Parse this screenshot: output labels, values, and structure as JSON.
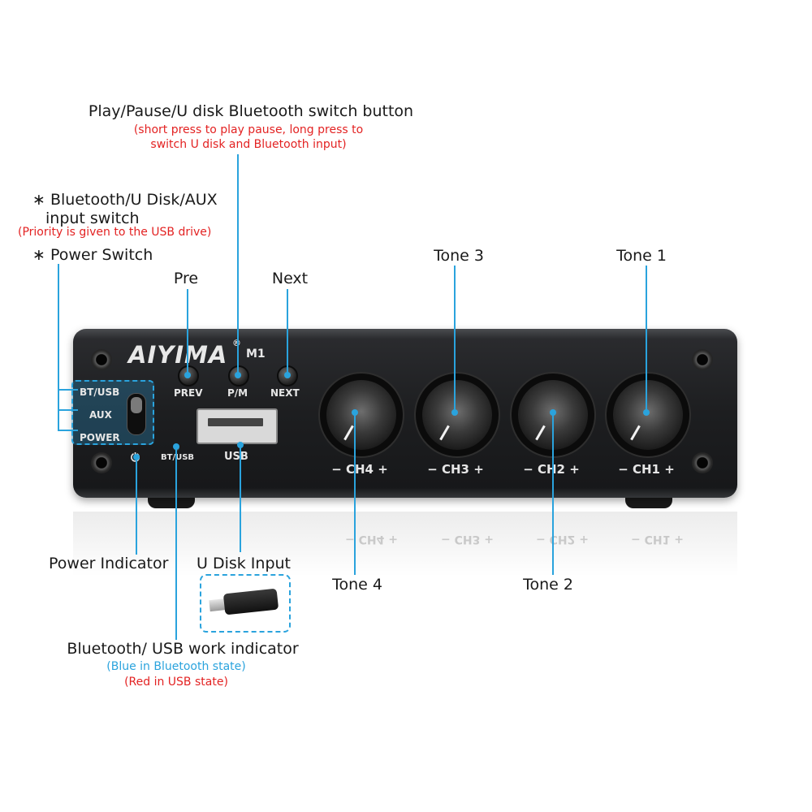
{
  "colors": {
    "leader": "#2aa3dd",
    "note_red": "#e32222",
    "note_blue": "#2aa3dd"
  },
  "labels": {
    "play_pause": "Play/Pause/U disk Bluetooth switch button",
    "play_pause_note_1": "(short press to play pause, long press to",
    "play_pause_note_2": "switch U disk and Bluetooth input)",
    "input_switch_1": "∗ Bluetooth/U Disk/AUX",
    "input_switch_2": "input switch",
    "input_switch_note": "(Priority is given to the USB drive)",
    "power_switch": "∗ Power Switch",
    "pre": "Pre",
    "next": "Next",
    "tone3": "Tone 3",
    "tone1": "Tone 1",
    "tone4": "Tone 4",
    "tone2": "Tone 2",
    "power_indicator": "Power Indicator",
    "udisk_input": "U Disk Input",
    "bt_usb_indicator": "Bluetooth/ USB work indicator",
    "bt_usb_note_blue": "(Blue in Bluetooth state)",
    "bt_usb_note_red": "(Red in USB state)"
  },
  "panel": {
    "brand": "AIYIMA",
    "registered": "®",
    "model": "M1",
    "prev": "PREV",
    "pm": "P/M",
    "next": "NEXT",
    "usb": "USB",
    "bt_usb": "BT/USB",
    "switch_bt_usb": "BT/USB",
    "switch_aux": "AUX",
    "switch_power": "POWER",
    "power_symbol": "⏻",
    "ch4": "−  CH4  +",
    "ch3": "−  CH3  +",
    "ch2": "−  CH2  +",
    "ch1": "−  CH1  +"
  }
}
